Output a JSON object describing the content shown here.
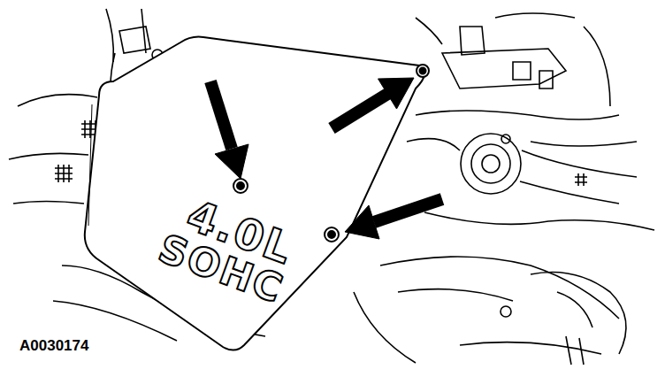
{
  "diagram": {
    "labels": [
      "4.0L",
      "SOHC",
      "A0030174"
    ]
  }
}
